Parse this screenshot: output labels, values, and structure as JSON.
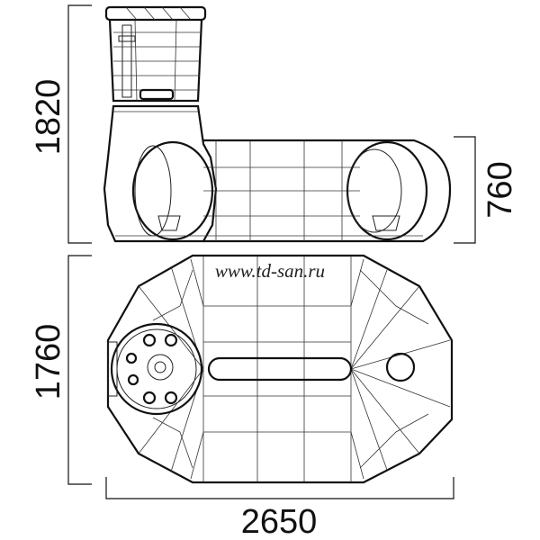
{
  "website": "www.td-san.ru",
  "dimensions": {
    "total_height": "1820",
    "body_height": "760",
    "width": "1760",
    "length": "2650"
  },
  "colors": {
    "line": "#111111",
    "background": "#ffffff"
  }
}
